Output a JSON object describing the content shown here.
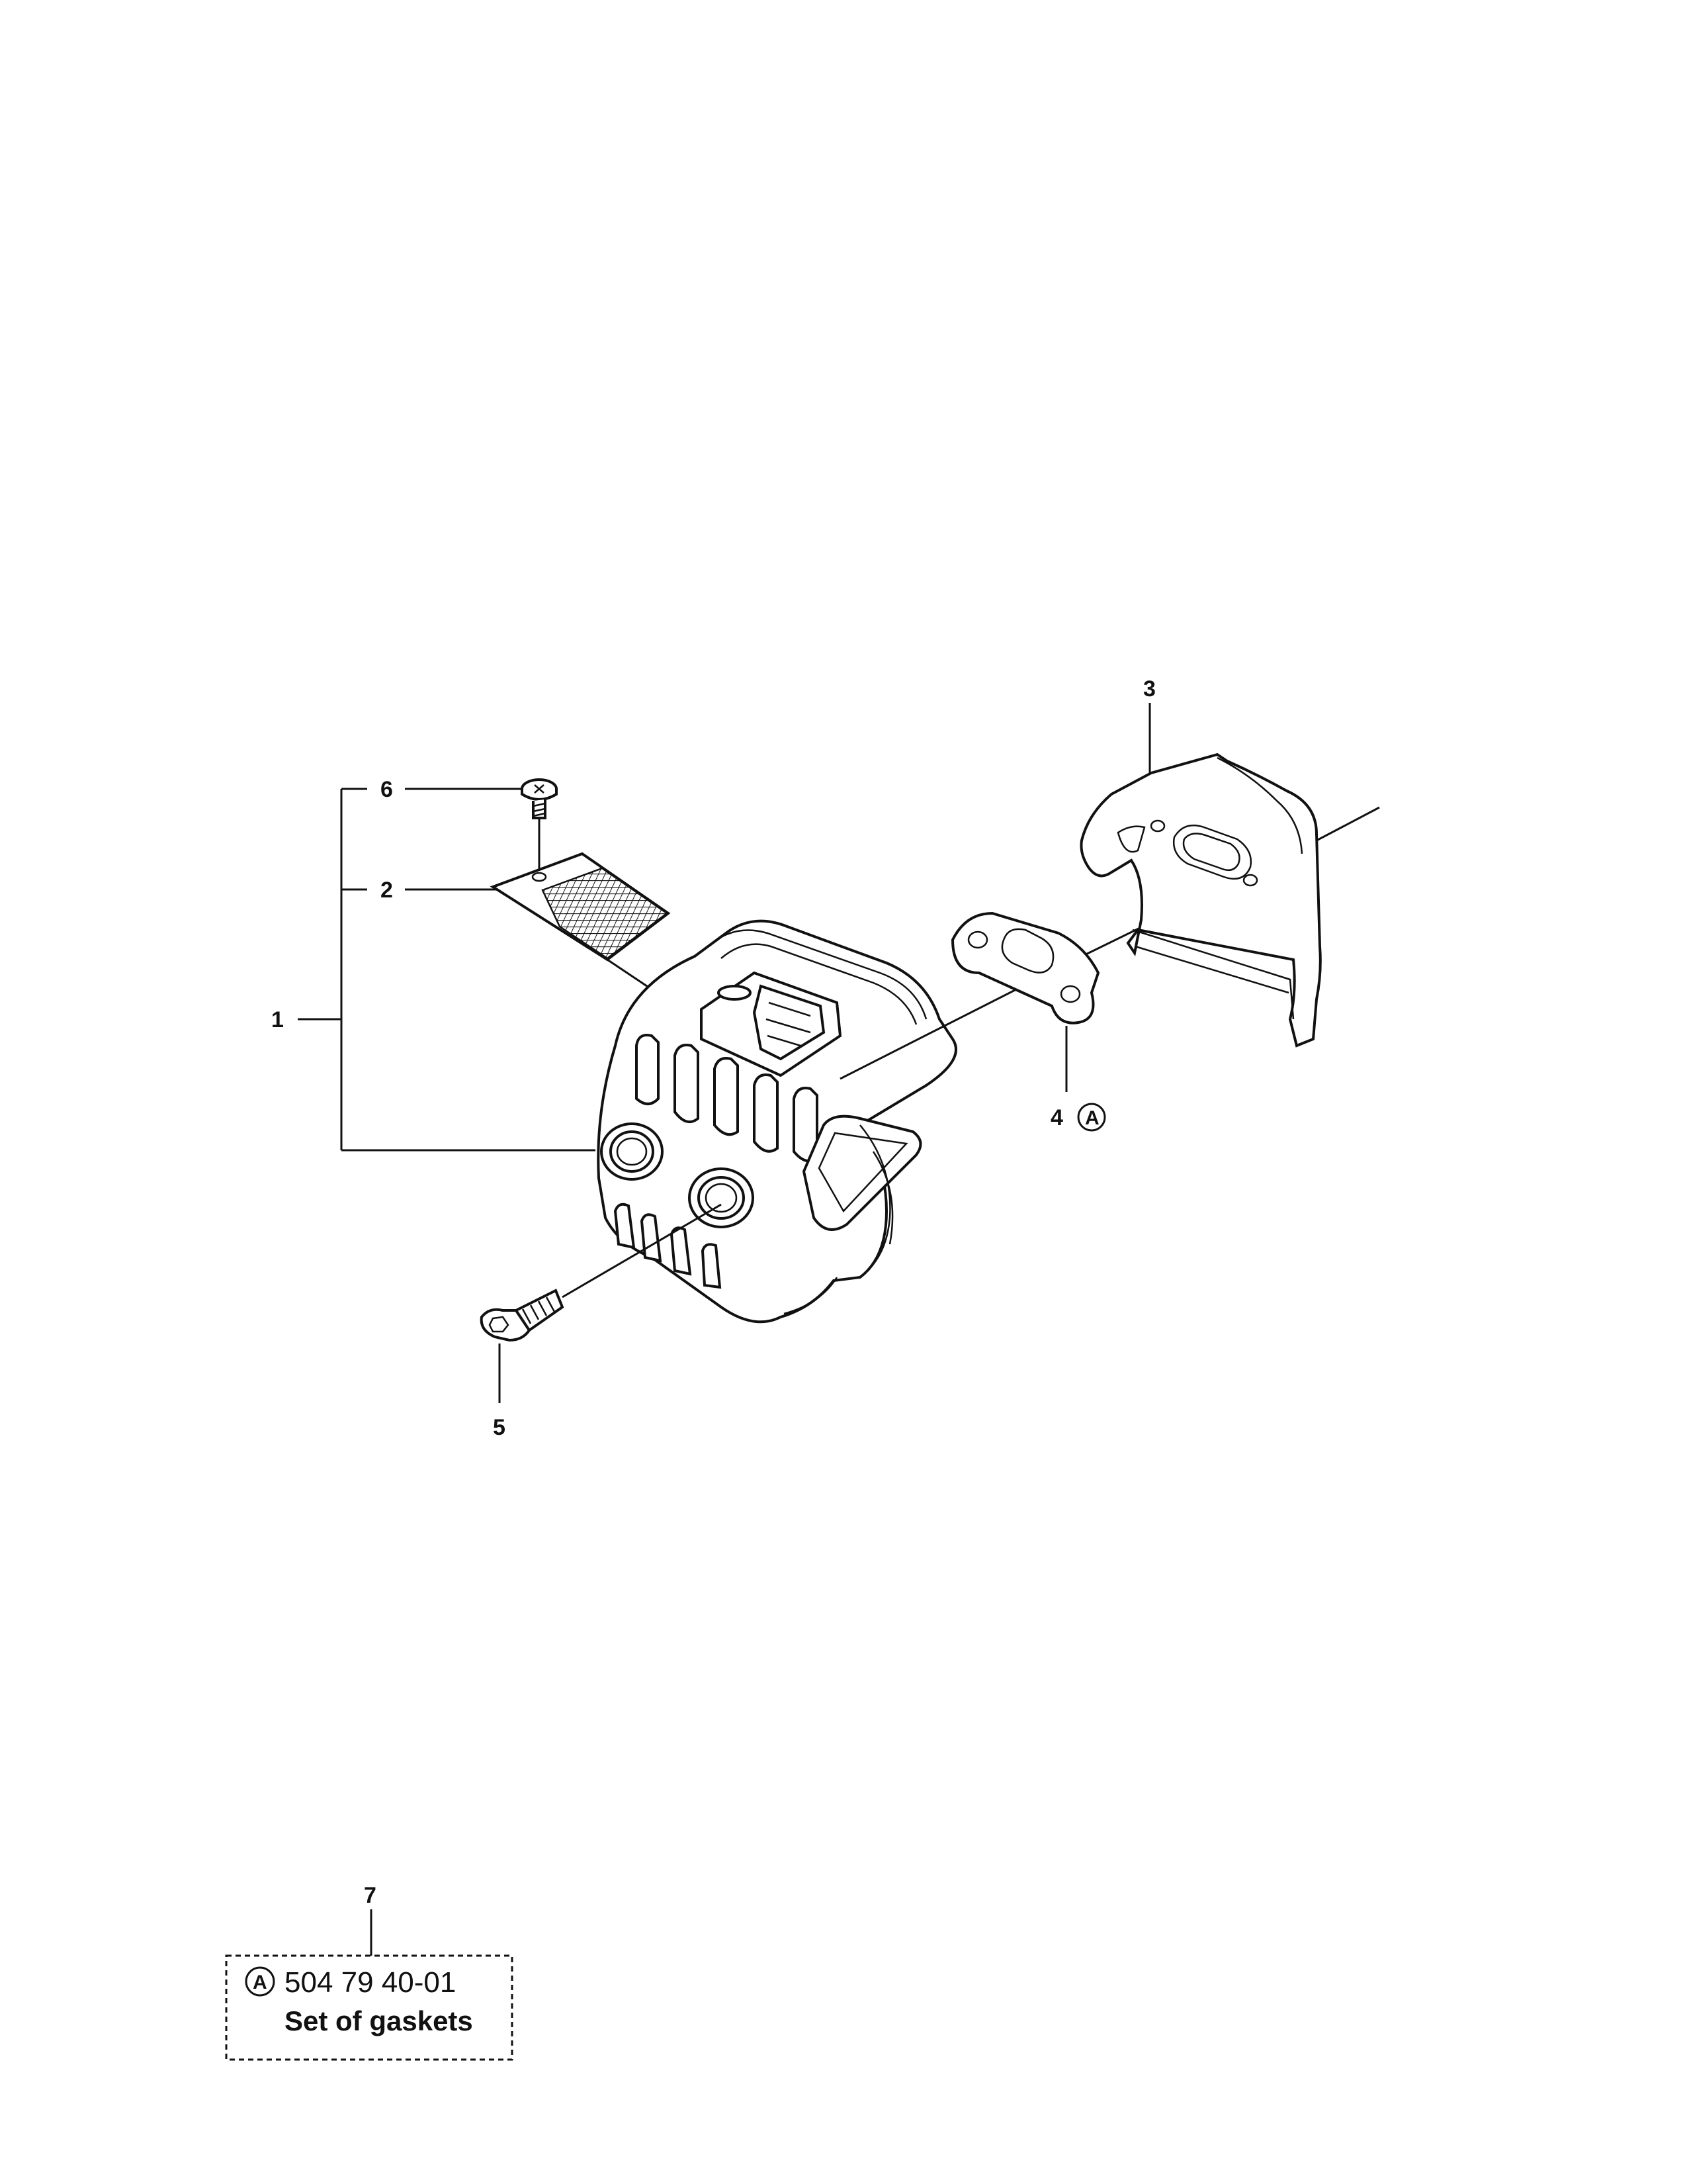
{
  "callouts": {
    "c1": "1",
    "c2": "2",
    "c3": "3",
    "c4": "4",
    "c4_marker": "A",
    "c5": "5",
    "c6": "6",
    "c7": "7"
  },
  "kit": {
    "marker": "A",
    "part_number": "504 79 40-01",
    "description": "Set of gaskets"
  }
}
